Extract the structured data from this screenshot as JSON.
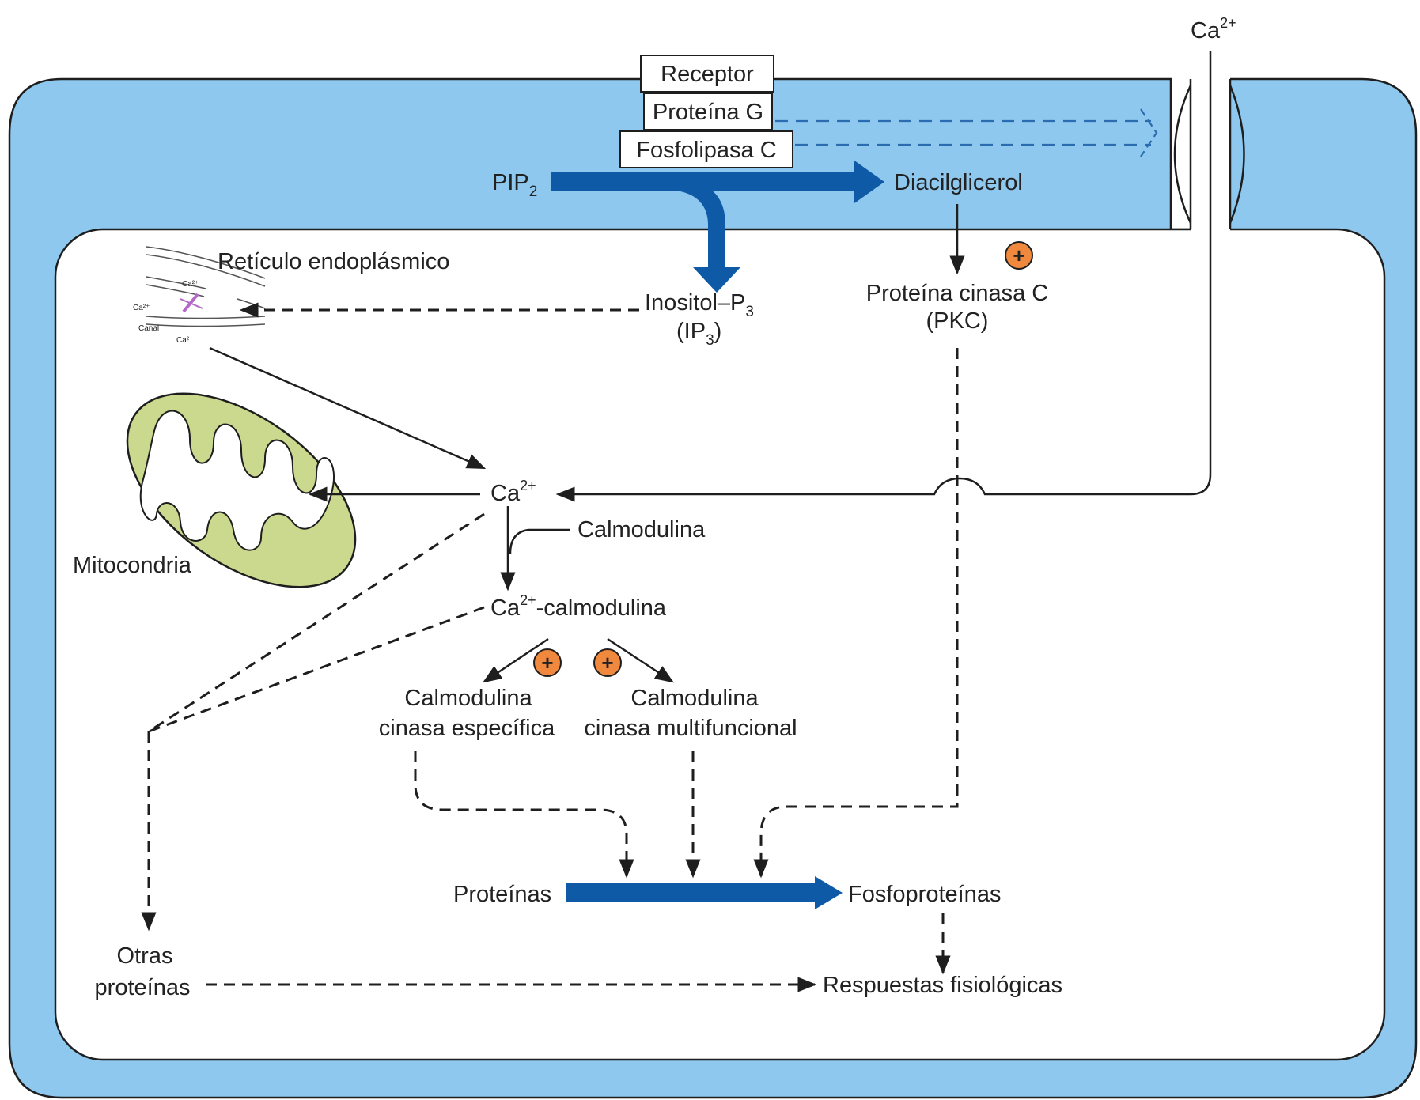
{
  "colors": {
    "membrane": "#8ec8ee",
    "membrane_stroke": "#1e1e1e",
    "cytoplasm": "#ffffff",
    "main_arrow": "#0f5aa6",
    "dashed_arrow_membrane": "#2b6cb0",
    "activation_badge": "#f0883e",
    "mitochondria": "#cbd98e",
    "er_canal": "#b469c8"
  },
  "labels": {
    "receptor": "Receptor",
    "g_protein": "Proteína G",
    "phospholipase_c": "Fosfolipasa C",
    "pip2_base": "PIP",
    "pip2_sub": "2",
    "dag": "Diacilglicerol",
    "ca_ext_base": "Ca",
    "ca_ext_sup": "2+",
    "er": "Retículo endoplásmico",
    "ip3_name_base": "Inositol–P",
    "ip3_name_sub": "3",
    "ip3_abbr_open": "(IP",
    "ip3_abbr_sub": "3",
    "ip3_abbr_close": ")",
    "pkc_name": "Proteína cinasa C",
    "pkc_abbr": "(PKC)",
    "ca_int_base": "Ca",
    "ca_int_sup": "2+",
    "mitochondria": "Mitocondria",
    "calmodulin": "Calmodulina",
    "ca_cam_base": "Ca",
    "ca_cam_sup": "2+",
    "ca_cam_suffix": "-calmodulina",
    "camk_specific_1": "Calmodulina",
    "camk_specific_2": "cinasa específica",
    "camk_multi_1": "Calmodulina",
    "camk_multi_2": "cinasa multifuncional",
    "proteins": "Proteínas",
    "phosphoproteins": "Fosfoproteínas",
    "other_proteins_1": "Otras",
    "other_proteins_2": "proteínas",
    "responses": "Respuestas fisiológicas"
  },
  "er_detail": {
    "ca_a": "Ca²⁺",
    "ca_b": "Ca²⁺",
    "ca_c": "Ca²⁺",
    "canal": "Canal"
  },
  "badges": {
    "plus": "+"
  }
}
